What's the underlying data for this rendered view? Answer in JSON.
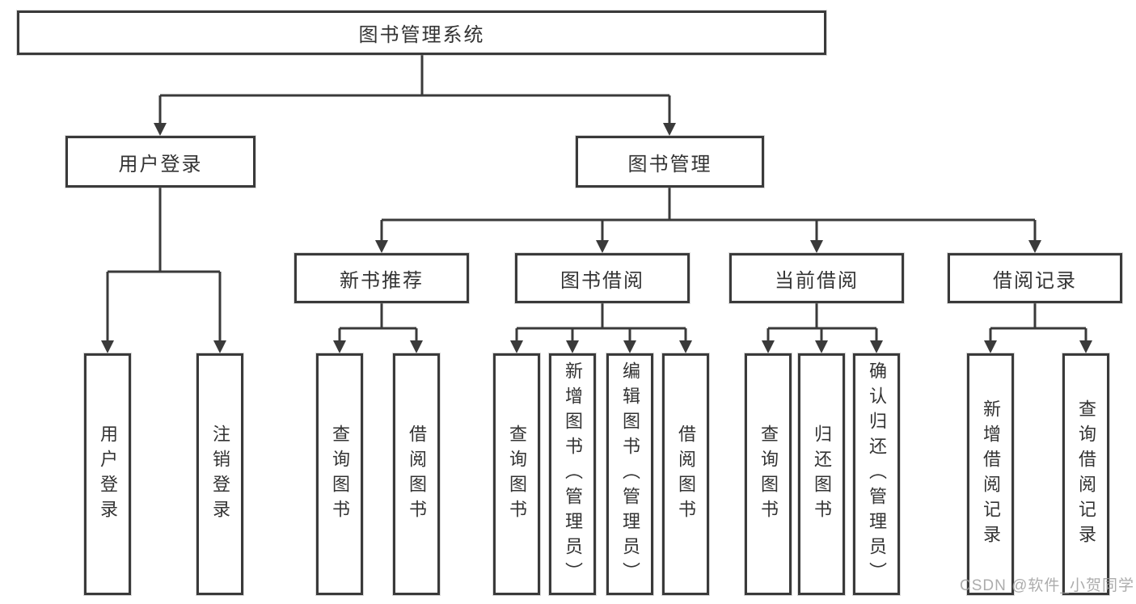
{
  "diagram_type": "function-hierarchy-tree",
  "nodes": {
    "root": "图书管理系统",
    "user_login": "用户登录",
    "book_mgmt": "图书管理",
    "new_book_rec": "新书推荐",
    "book_borrow": "图书借阅",
    "current_borrow": "当前借阅",
    "borrow_records": "借阅记录",
    "login_user": "用户登录",
    "logout": "注销登录",
    "rec_query_book": "查询图书",
    "rec_borrow_book": "借阅图书",
    "bor_query_book": "查询图书",
    "bor_add_book": "新增图书（管理员）",
    "bor_edit_book": "编辑图书（管理员）",
    "bor_borrow_book": "借阅图书",
    "cur_query_book": "查询图书",
    "cur_return_book": "归还图书",
    "cur_confirm_return": "确认归还（管理员）",
    "brec_add_record": "新增借阅记录",
    "brec_query_record": "查询借阅记录"
  },
  "watermark": "CSDN @软件_小贺同学",
  "colors": {
    "line": "#3a3a3a",
    "border": "#3a3a3a",
    "text": "#333333",
    "watermark_gray": "#9e9e9e",
    "background": "#ffffff"
  }
}
